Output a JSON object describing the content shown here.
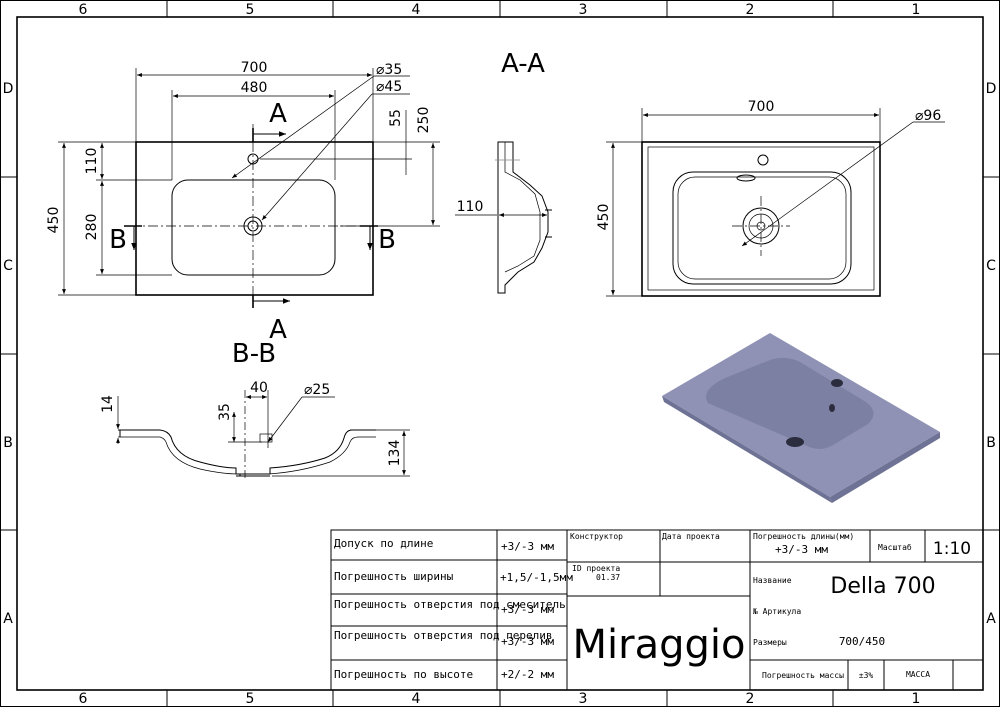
{
  "grid": {
    "columns": [
      "6",
      "5",
      "4",
      "3",
      "2",
      "1"
    ],
    "rows": [
      "D",
      "C",
      "B",
      "A"
    ]
  },
  "front_view": {
    "dim_overall_width": "700",
    "dim_bowl_width": "480",
    "dim_hole_small": "⌀35",
    "dim_hole_large": "⌀45",
    "dim_55": "55",
    "dim_250": "250",
    "dim_110": "110",
    "dim_280": "280",
    "dim_450": "450",
    "section_a_top": "A",
    "section_a_bottom": "A",
    "section_b_left": "B",
    "section_b_right": "B"
  },
  "section_aa": {
    "title": "A-A",
    "dim_110": "110"
  },
  "top_view": {
    "dim_700": "700",
    "dim_450": "450",
    "dim_hole": "⌀96"
  },
  "section_bb": {
    "title": "B-B",
    "dim_40": "40",
    "dim_hole": "⌀25",
    "dim_35": "35",
    "dim_14": "14",
    "dim_134": "134"
  },
  "colors": {
    "render_top": "#8f92b4",
    "render_bowl": "#7c80a3",
    "render_edge": "#6e7294"
  },
  "title_block": {
    "rows": [
      {
        "label": "Допуск по длине",
        "value": "+3/-3 мм"
      },
      {
        "label": "Погрешность ширины",
        "value": "+1,5/-1,5мм"
      },
      {
        "label": "Погрешность отверстия под смеситель",
        "value": "+3/-3 мм"
      },
      {
        "label": "Погрешность отверстия под перелив",
        "value": "+3/-3 мм"
      },
      {
        "label": "Погрешность по высоте",
        "value": "+2/-2 мм"
      }
    ],
    "designer_label": "Конструктор",
    "project_date_label": "Дата проекта",
    "project_id_label": "ID проекта",
    "project_id_value": "01.37",
    "brand": "Miraggio",
    "length_error_label": "Погрешность длины(мм)",
    "length_error_value": "+3/-3 мм",
    "scale_label": "Масштаб",
    "scale_value": "1:10",
    "name_label": "Название",
    "name_value": "Della 700",
    "article_label": "№ Артикула",
    "size_label": "Размеры",
    "size_value": "700/450",
    "mass_error_label": "Погрешность массы",
    "mass_error_value": "±3%",
    "mass_label": "МАССА"
  }
}
